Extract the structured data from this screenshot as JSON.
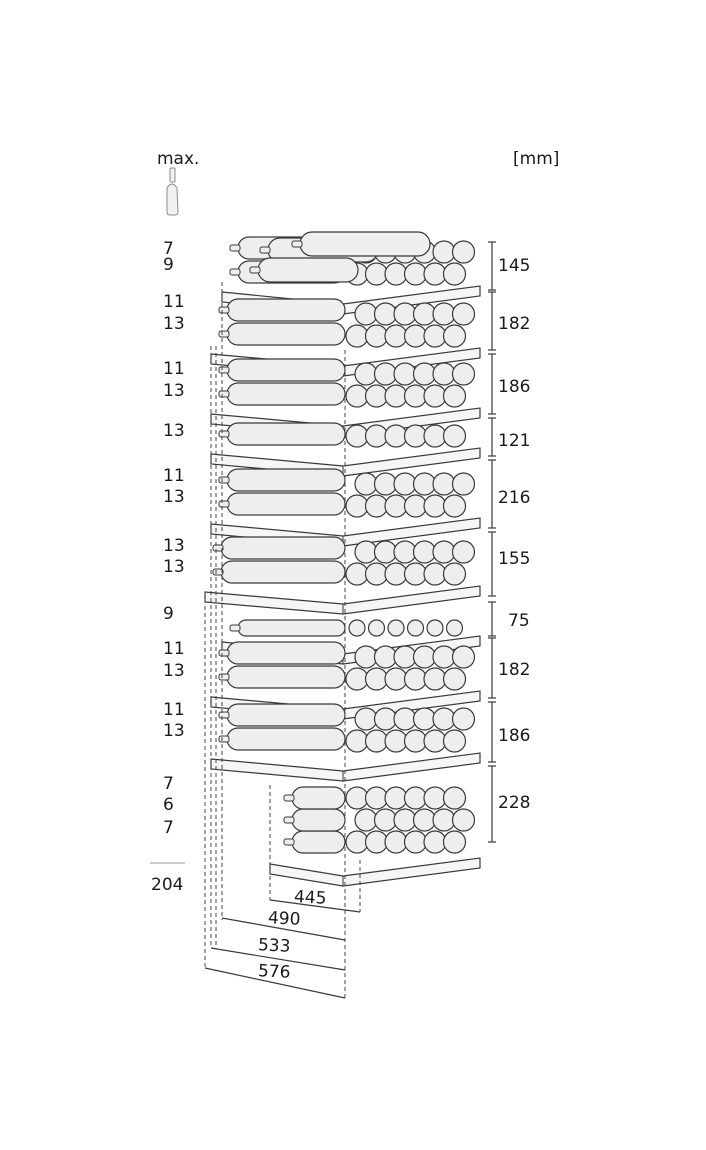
{
  "header": {
    "max_label": "max.",
    "unit_label": "[mm]"
  },
  "bottle_icon": "wine-bottle-icon",
  "shelves": [
    {
      "counts": [
        "7",
        "9"
      ],
      "height": "145",
      "style": "stacked"
    },
    {
      "counts": [
        "11",
        "13"
      ],
      "height": "182",
      "style": "double"
    },
    {
      "counts": [
        "11",
        "13"
      ],
      "height": "186",
      "style": "double"
    },
    {
      "counts": [
        "13"
      ],
      "height": "121",
      "style": "single"
    },
    {
      "counts": [
        "11",
        "13"
      ],
      "height": "216",
      "style": "double"
    },
    {
      "counts": [
        "13",
        "13"
      ],
      "height": "155",
      "style": "double"
    },
    {
      "counts": [
        "9"
      ],
      "height": "75",
      "style": "flat"
    },
    {
      "counts": [
        "11",
        "13"
      ],
      "height": "182",
      "style": "double"
    },
    {
      "counts": [
        "11",
        "13"
      ],
      "height": "186",
      "style": "double"
    },
    {
      "counts": [
        "7",
        "6",
        "7"
      ],
      "height": "228",
      "style": "stacked"
    }
  ],
  "bottom_total": "204",
  "depths": [
    "445",
    "490",
    "533",
    "576"
  ]
}
